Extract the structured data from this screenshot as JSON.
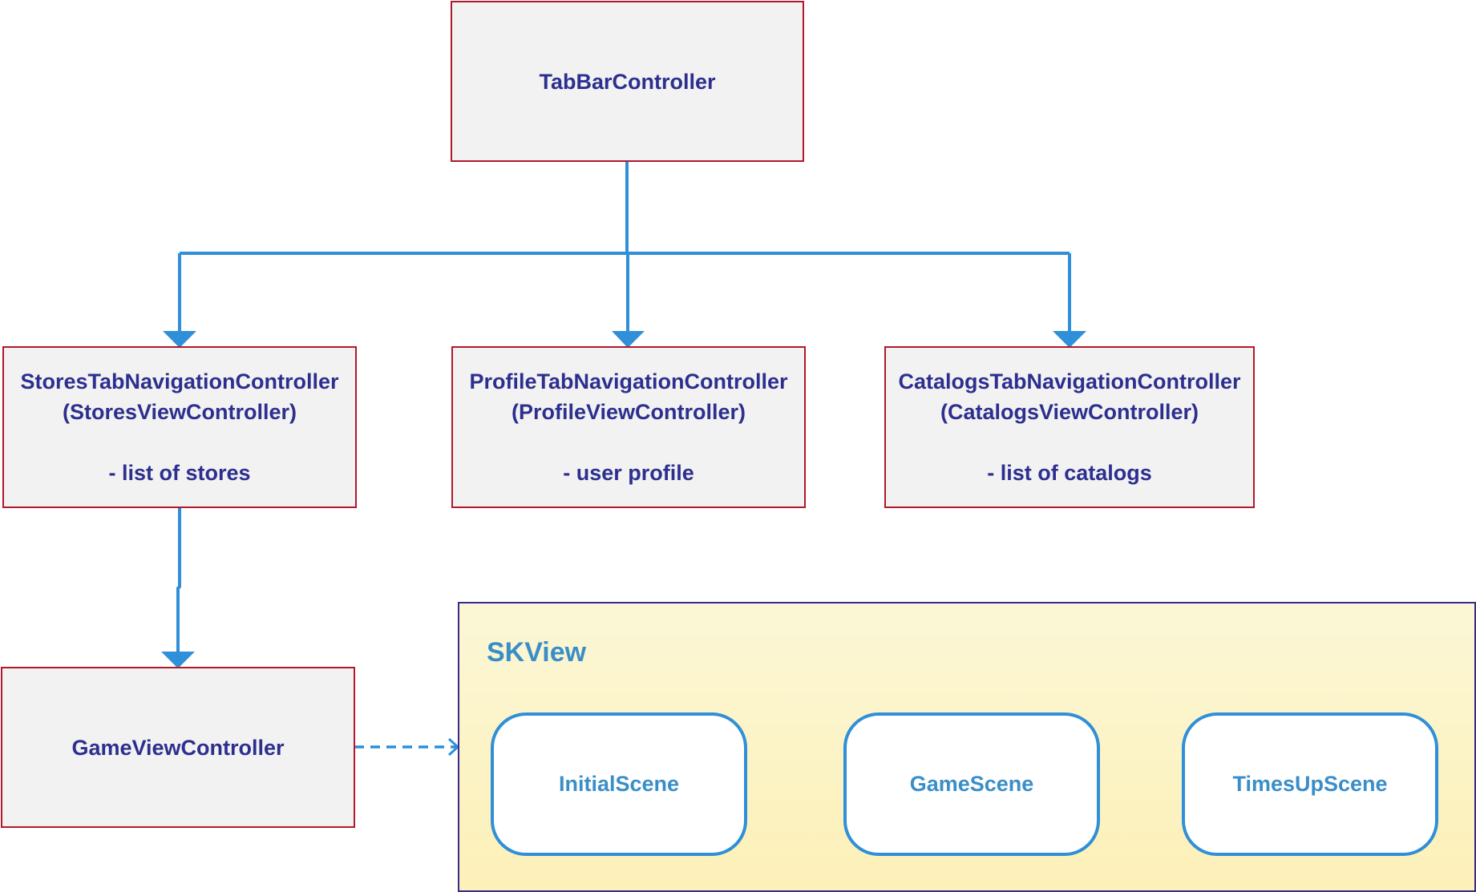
{
  "tab_bar": {
    "label": "TabBarController"
  },
  "stores": {
    "title": "StoresTabNavigationController",
    "subtitle": "(StoresViewController)",
    "note": "- list of stores"
  },
  "profile": {
    "title": "ProfileTabNavigationController",
    "subtitle": "(ProfileViewController)",
    "note": "- user profile"
  },
  "catalogs": {
    "title": "CatalogsTabNavigationController",
    "subtitle": "(CatalogsViewController)",
    "note": "- list of catalogs"
  },
  "game_vc": {
    "label": "GameViewController"
  },
  "skview": {
    "title": "SKView",
    "scenes": {
      "initial": "InitialScene",
      "game": "GameScene",
      "timesup": "TimesUpScene"
    }
  },
  "colors": {
    "arrow": "#2f8fd8",
    "box_border": "#b2182b",
    "box_text": "#2d2f8f",
    "scene_text": "#3a8ec8"
  }
}
